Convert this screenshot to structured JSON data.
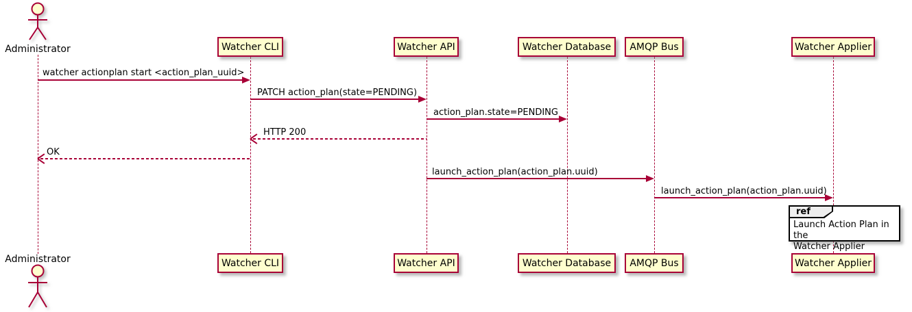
{
  "diagram_type": "uml-sequence",
  "colors": {
    "accent": "#A80036",
    "participant_fill": "#FEFECE",
    "ref_header_fill": "#EEEEEE",
    "frame_border": "#000000",
    "background": "#FFFFFF"
  },
  "actor": {
    "name": "Administrator"
  },
  "participants": [
    {
      "name": "Watcher CLI"
    },
    {
      "name": "Watcher API"
    },
    {
      "name": "Watcher Database"
    },
    {
      "name": "AMQP Bus"
    },
    {
      "name": "Watcher Applier"
    }
  ],
  "messages": [
    {
      "from": "Administrator",
      "to": "Watcher CLI",
      "style": "solid",
      "label": "watcher actionplan start <action_plan_uuid>"
    },
    {
      "from": "Watcher CLI",
      "to": "Watcher API",
      "style": "solid",
      "label": "PATCH action_plan(state=PENDING)"
    },
    {
      "from": "Watcher API",
      "to": "Watcher Database",
      "style": "solid",
      "label": "action_plan.state=PENDING"
    },
    {
      "from": "Watcher API",
      "to": "Watcher CLI",
      "style": "dashed",
      "label": "HTTP 200"
    },
    {
      "from": "Watcher CLI",
      "to": "Administrator",
      "style": "dashed",
      "label": "OK"
    },
    {
      "from": "Watcher API",
      "to": "AMQP Bus",
      "style": "solid",
      "label": "launch_action_plan(action_plan.uuid)"
    },
    {
      "from": "AMQP Bus",
      "to": "Watcher Applier",
      "style": "solid",
      "label": "launch_action_plan(action_plan.uuid)"
    }
  ],
  "ref": {
    "keyword": "ref",
    "line1": "Launch Action Plan in the",
    "line2": "Watcher Applier"
  }
}
